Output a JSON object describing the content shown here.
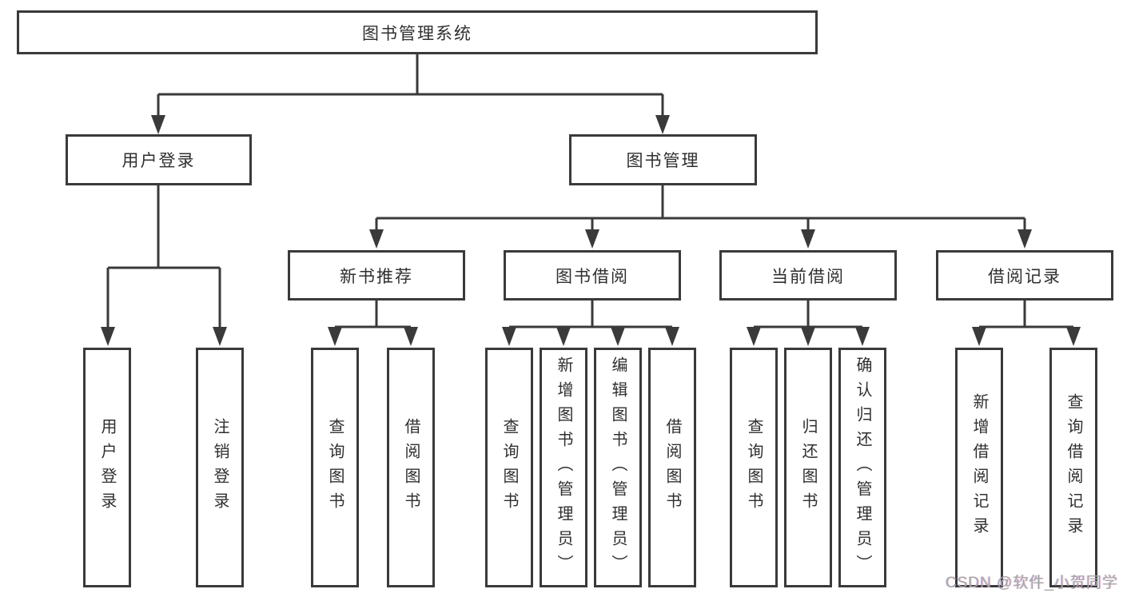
{
  "tree": {
    "label": "图书管理系统",
    "children": [
      {
        "label": "用户登录",
        "children": [
          {
            "label": "用户登录"
          },
          {
            "label": "注销登录"
          }
        ]
      },
      {
        "label": "图书管理",
        "children": [
          {
            "label": "新书推荐",
            "children": [
              {
                "label": "查询图书"
              },
              {
                "label": "借阅图书"
              }
            ]
          },
          {
            "label": "图书借阅",
            "children": [
              {
                "label": "查询图书"
              },
              {
                "label": "新增图书（管理员）"
              },
              {
                "label": "编辑图书（管理员）"
              },
              {
                "label": "借阅图书"
              }
            ]
          },
          {
            "label": "当前借阅",
            "children": [
              {
                "label": "查询图书"
              },
              {
                "label": "归还图书"
              },
              {
                "label": "确认归还（管理员）"
              }
            ]
          },
          {
            "label": "借阅记录",
            "children": [
              {
                "label": "新增借阅记录"
              },
              {
                "label": "查询借阅记录"
              }
            ]
          }
        ]
      }
    ]
  },
  "watermark": {
    "text": "CSDN @软件_小贺同学"
  },
  "colors": {
    "line": "#3a3a3a",
    "box_border": "#3a3a3a",
    "text": "#2f2f2f",
    "watermark": "#a6a6a6",
    "background": "#ffffff"
  }
}
